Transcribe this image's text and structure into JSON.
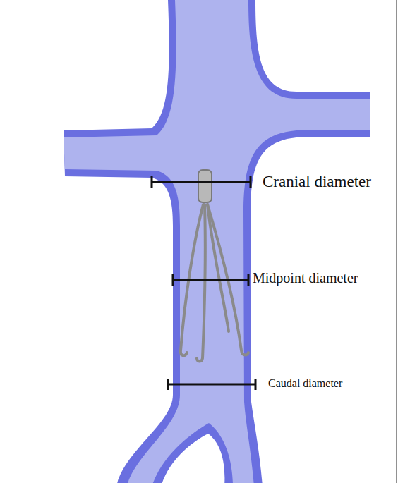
{
  "diagram": {
    "labels": [
      "Cranial diameter",
      "Midpoint diameter",
      "Caudal diameter"
    ]
  }
}
